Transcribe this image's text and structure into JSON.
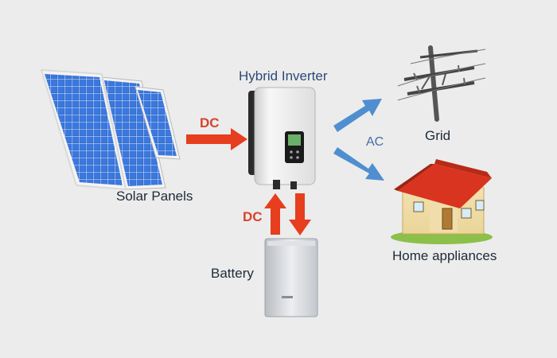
{
  "labels": {
    "inverter": "Hybrid Inverter",
    "solar": "Solar Panels",
    "grid": "Grid",
    "home": "Home appliances",
    "battery": "Battery",
    "dc_top": "DC",
    "dc_bottom": "DC",
    "ac": "AC"
  },
  "colors": {
    "background": "#ececec",
    "dc_arrow": "#e63e1e",
    "ac_arrow": "#4f8fd0",
    "roof": "#d8341f",
    "panel_cell": "#2a63c8"
  },
  "icons": {
    "solar": "solar-panel-icon",
    "inverter": "hybrid-inverter-icon",
    "grid": "power-pole-icon",
    "home": "house-icon",
    "battery": "battery-icon"
  }
}
